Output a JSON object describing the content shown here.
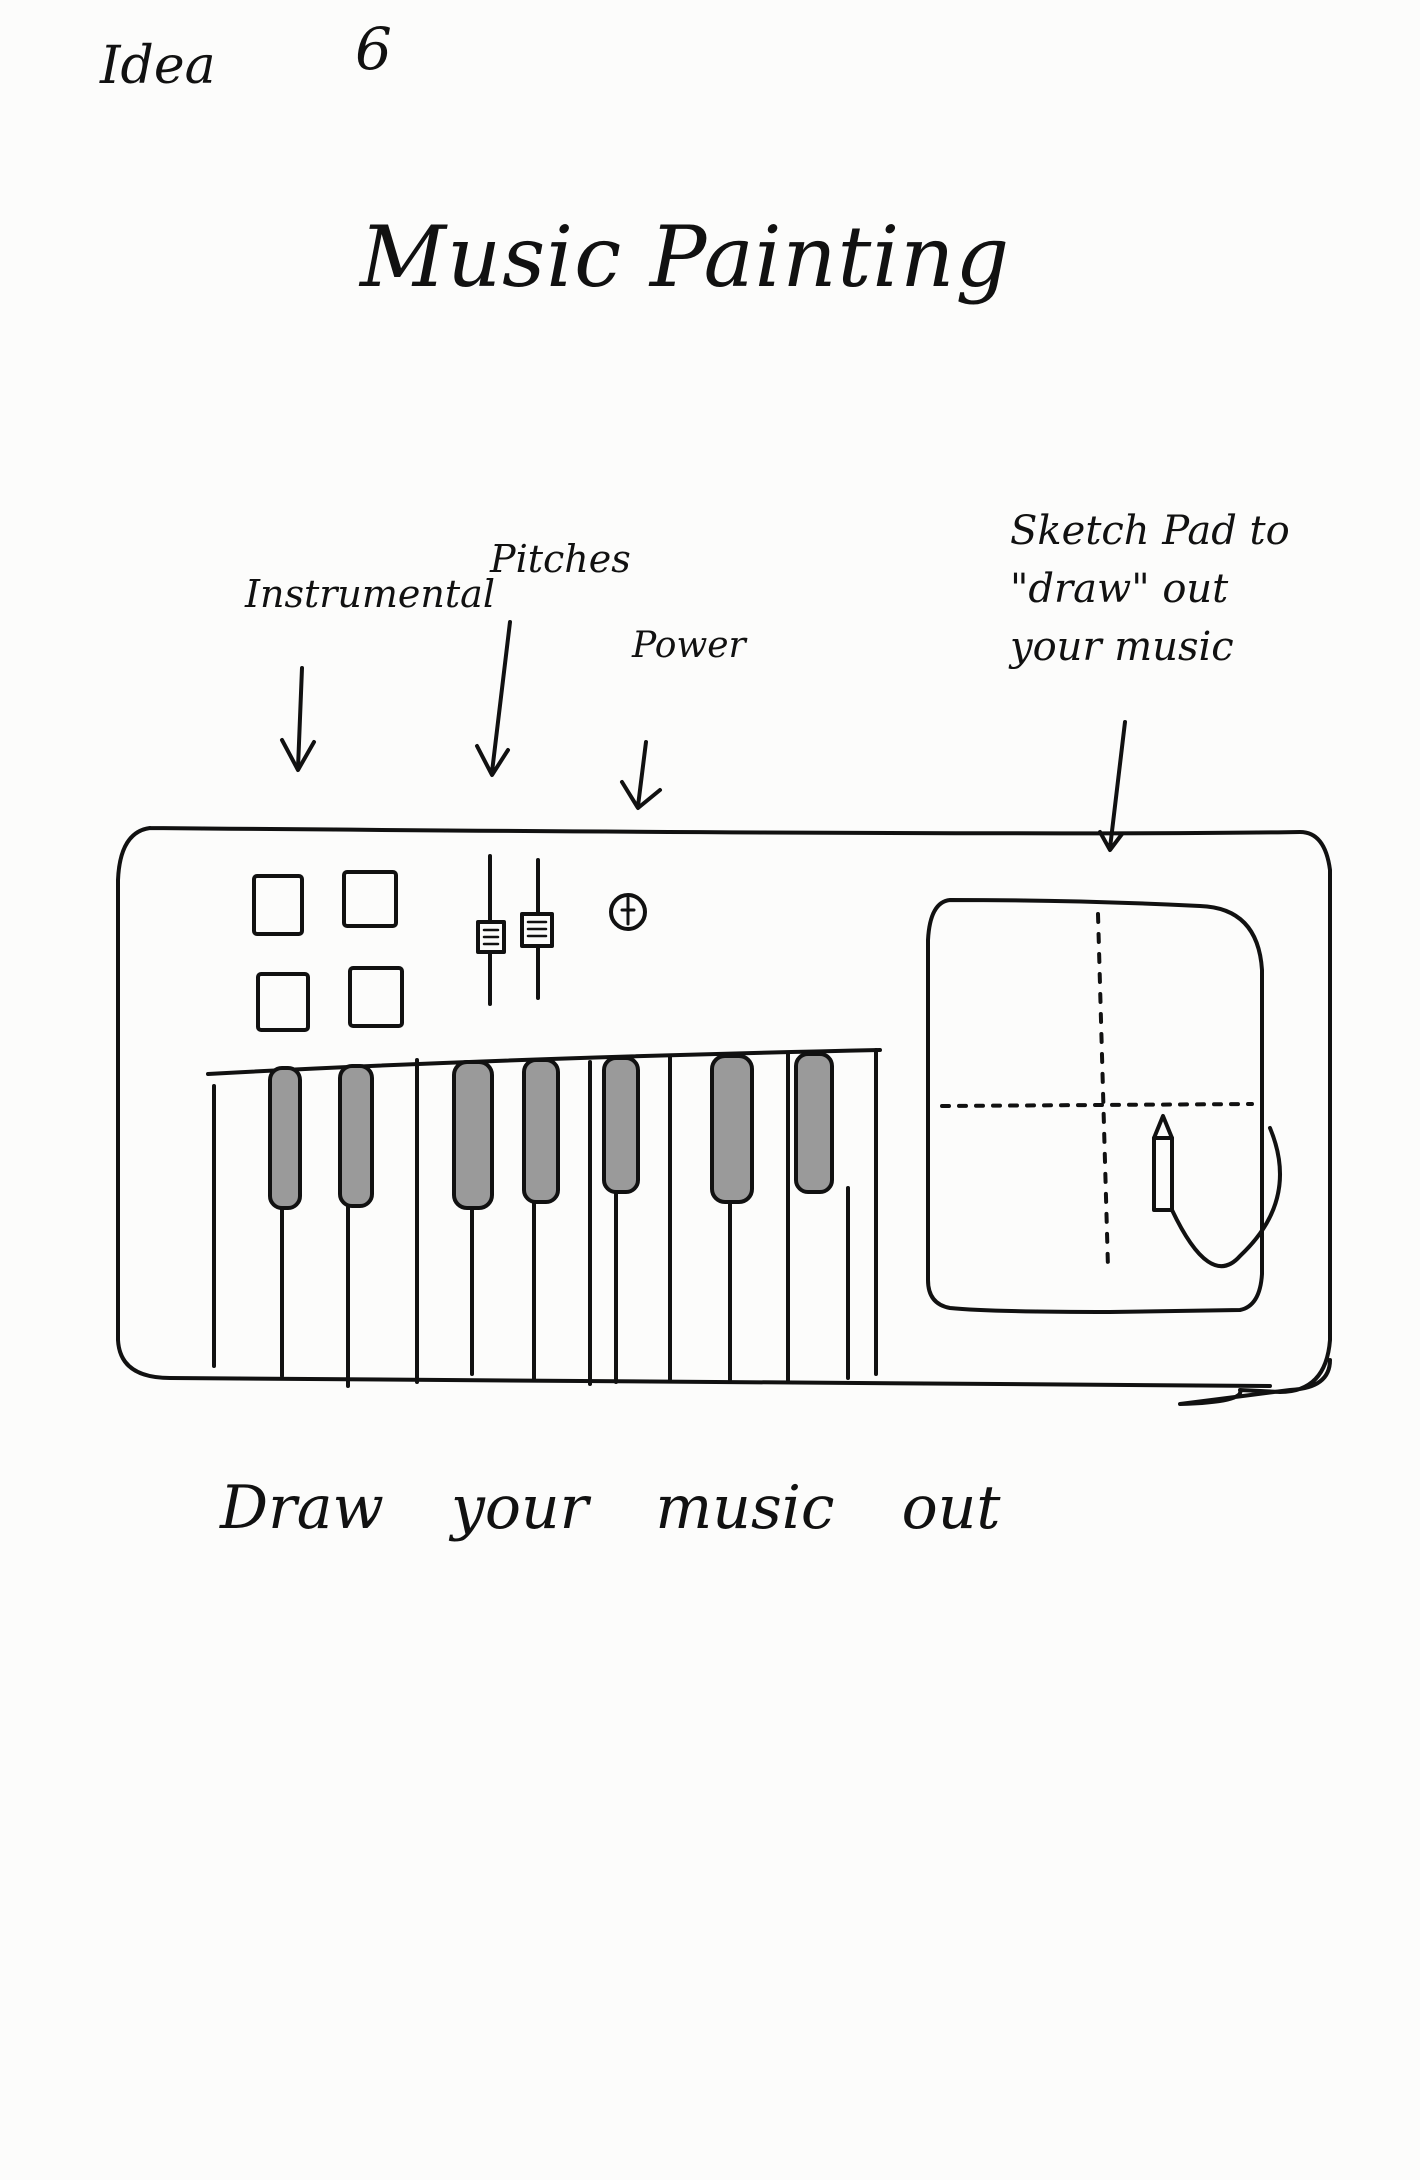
{
  "header": {
    "idea_word": "Idea",
    "idea_number": "6"
  },
  "title": "Music Painting",
  "labels": {
    "instrumental": "Instrumental",
    "pitches": "Pitches",
    "power": "Power",
    "sketch_pad": "Sketch Pad to \"draw\" out your music"
  },
  "caption": "Draw your music out",
  "keyboard": {
    "instrument_buttons": 4,
    "pitch_sliders": 2,
    "white_keys": 13,
    "black_keys": 7
  },
  "colors": {
    "ink": "#111111",
    "paper": "#fcfcfb"
  }
}
